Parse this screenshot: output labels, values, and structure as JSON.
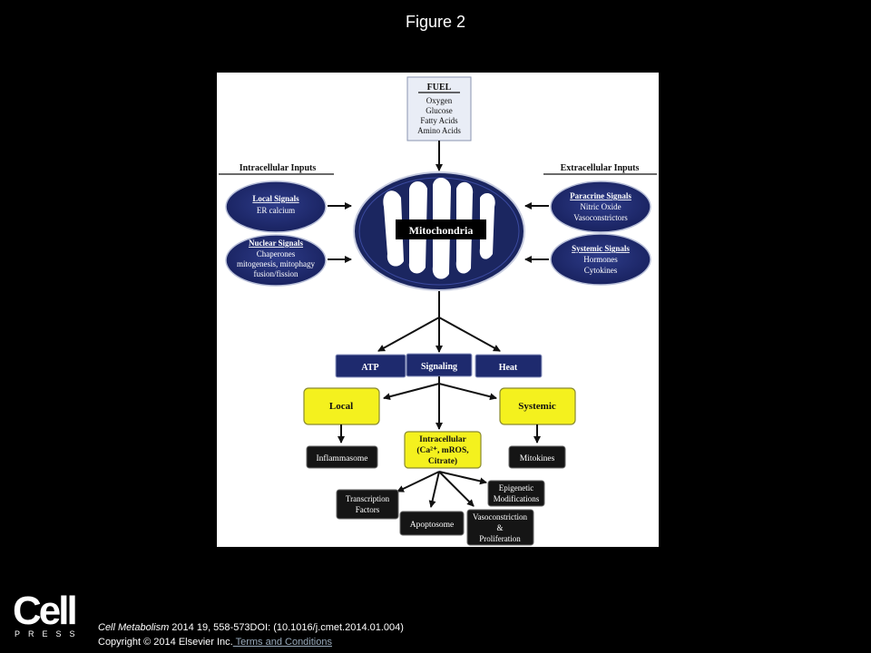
{
  "figure_title": "Figure 2",
  "fuel": {
    "title": "FUEL",
    "items": [
      "Oxygen",
      "Glucose",
      "Fatty Acids",
      "Amino Acids"
    ]
  },
  "intracellular_inputs": {
    "header": "Intracellular Inputs",
    "local": {
      "title": "Local Signals",
      "lines": [
        "ER calcium"
      ]
    },
    "nuclear": {
      "title": "Nuclear Signals",
      "lines": [
        "Chaperones",
        "mitogenesis, mitophagy",
        "fusion/fission"
      ]
    }
  },
  "extracellular_inputs": {
    "header": "Extracellular Inputs",
    "paracrine": {
      "title": "Paracrine Signals",
      "lines": [
        "Nitric Oxide",
        "Vasoconstrictors"
      ]
    },
    "systemic": {
      "title": "Systemic Signals",
      "lines": [
        "Hormones",
        "Cytokines"
      ]
    }
  },
  "center_label": "Mitochondria",
  "outputs": [
    "ATP",
    "Signaling",
    "Heat"
  ],
  "signaling_branches": {
    "local": "Local",
    "systemic": "Systemic",
    "intracellular": [
      "Intracellular",
      "(Ca²⁺, mROS,",
      "Citrate)"
    ]
  },
  "end_nodes": {
    "inflammasome": "Inflammasome",
    "mitokines": "Mitokines",
    "transcription": [
      "Transcription",
      "Factors"
    ],
    "apoptosome": "Apoptosome",
    "epigenetic": [
      "Epigenetic",
      "Modifications"
    ],
    "vasoconstriction": [
      "Vasoconstriction",
      "&",
      "Proliferation"
    ]
  },
  "publisher": {
    "logo_main": "Cell",
    "logo_sub": "PRESS"
  },
  "citation": {
    "journal": "Cell Metabolism",
    "ref": " 2014 19, 558-573DOI: (10.1016/j.cmet.2014.01.004)",
    "copyright": "Copyright © 2014 Elsevier Inc.",
    "terms": " Terms and Conditions"
  },
  "colors": {
    "navy": "#1e2a6e",
    "yellow": "#f4f11e",
    "fuel_box": "#e9edf6",
    "dark_box": "#151515"
  }
}
